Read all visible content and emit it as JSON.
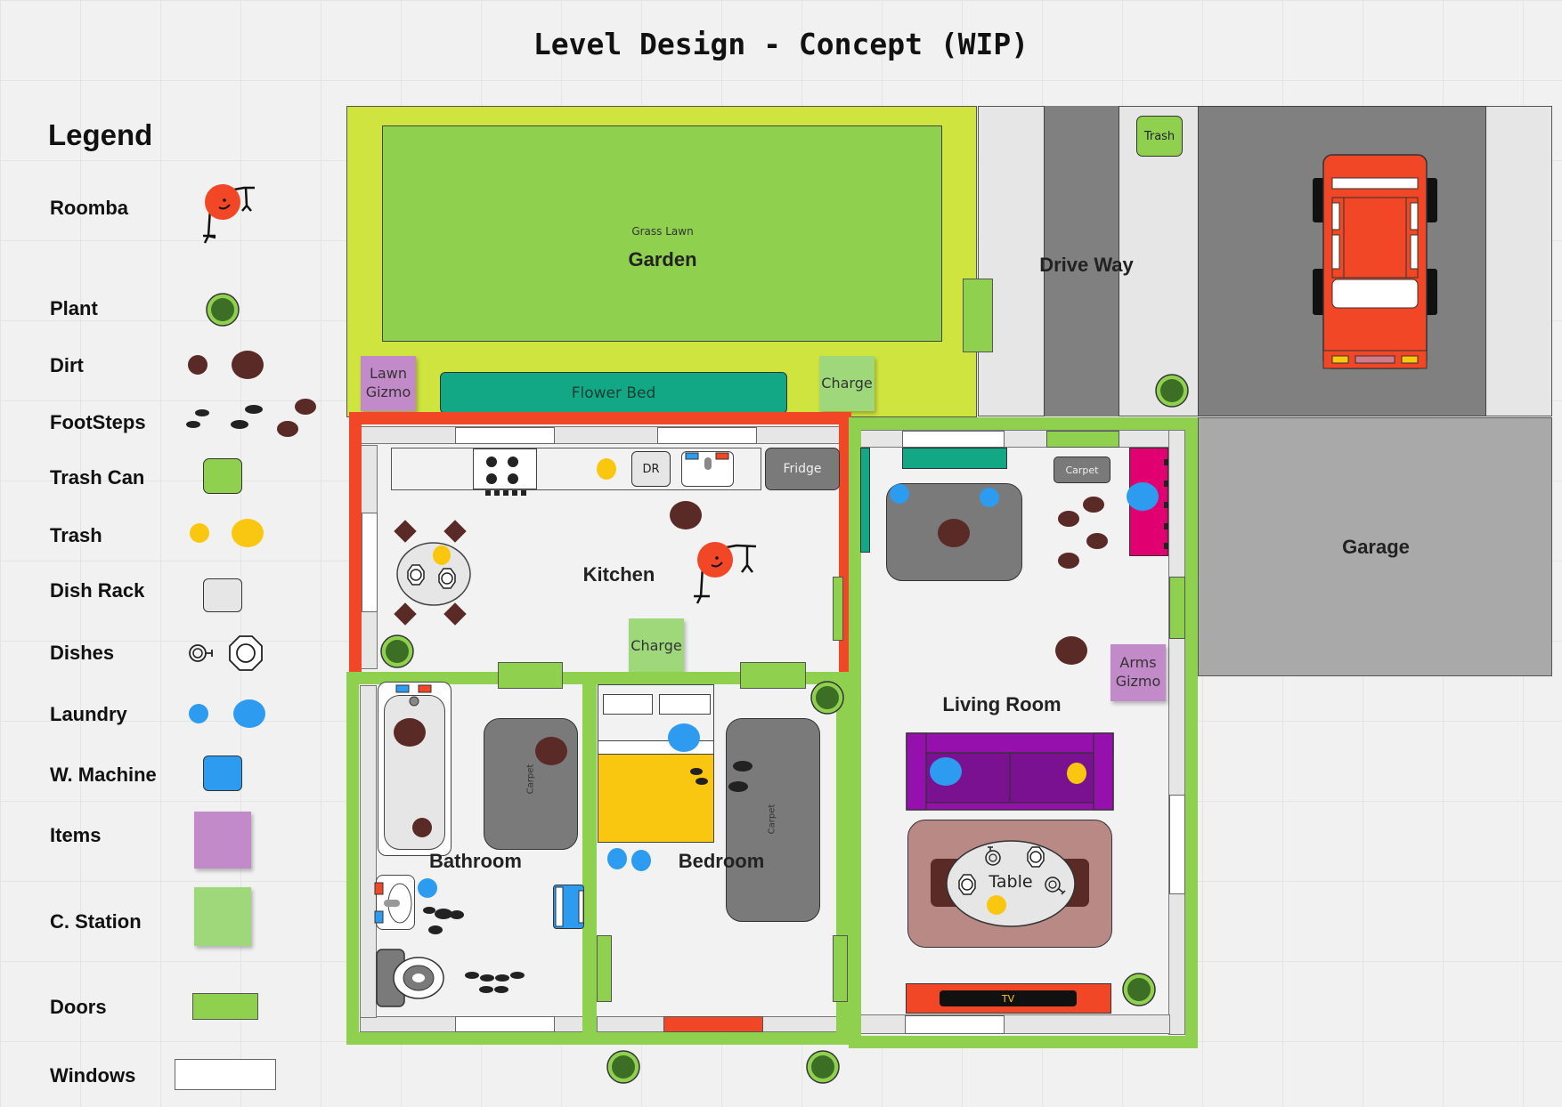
{
  "title": "Level Design - Concept (WIP)",
  "legend": {
    "heading": "Legend",
    "items": [
      {
        "key": "roomba",
        "label": "Roomba"
      },
      {
        "key": "plant",
        "label": "Plant"
      },
      {
        "key": "dirt",
        "label": "Dirt"
      },
      {
        "key": "footsteps",
        "label": "FootSteps"
      },
      {
        "key": "trash_can",
        "label": "Trash Can"
      },
      {
        "key": "trash",
        "label": "Trash"
      },
      {
        "key": "dish_rack",
        "label": "Dish Rack"
      },
      {
        "key": "dishes",
        "label": "Dishes"
      },
      {
        "key": "laundry",
        "label": "Laundry"
      },
      {
        "key": "w_machine",
        "label": "W. Machine"
      },
      {
        "key": "items",
        "label": "Items"
      },
      {
        "key": "c_station",
        "label": "C. Station"
      },
      {
        "key": "doors",
        "label": "Doors"
      },
      {
        "key": "windows",
        "label": "Windows"
      }
    ]
  },
  "rooms": {
    "garden": "Garden",
    "grass_lawn": "Grass Lawn",
    "flower_bed": "Flower Bed",
    "drive_way": "Drive Way",
    "garage": "Garage",
    "kitchen": "Kitchen",
    "living_room": "Living Room",
    "bathroom": "Bathroom",
    "bedroom": "Bedroom"
  },
  "objects": {
    "lawn_gizmo": "Lawn Gizmo",
    "arms_gizmo": "Arms Gizmo",
    "charge": "Charge",
    "trash": "Trash",
    "fridge": "Fridge",
    "dish_rack": "DR",
    "carpet": "Carpet",
    "table": "Table",
    "tv": "TV"
  },
  "colors": {
    "garden_yard": "#cfe43f",
    "lawn": "#8fd14f",
    "flower_bed": "#12a886",
    "kitchen_wall": "#f24726",
    "wall_green": "#8fd14f",
    "roomba": "#f24726",
    "dirt": "#5a2a26",
    "trash": "#fac710",
    "laundry": "#2d9bf0",
    "items": "#c28ac9",
    "charge_station": "#9ed87a",
    "sofa": "#9510ac",
    "living_rug": "#b98985",
    "bed": "#fac710",
    "carpet": "#7a7a7a",
    "car": "#f24726",
    "garage": "#a9a9a9"
  }
}
